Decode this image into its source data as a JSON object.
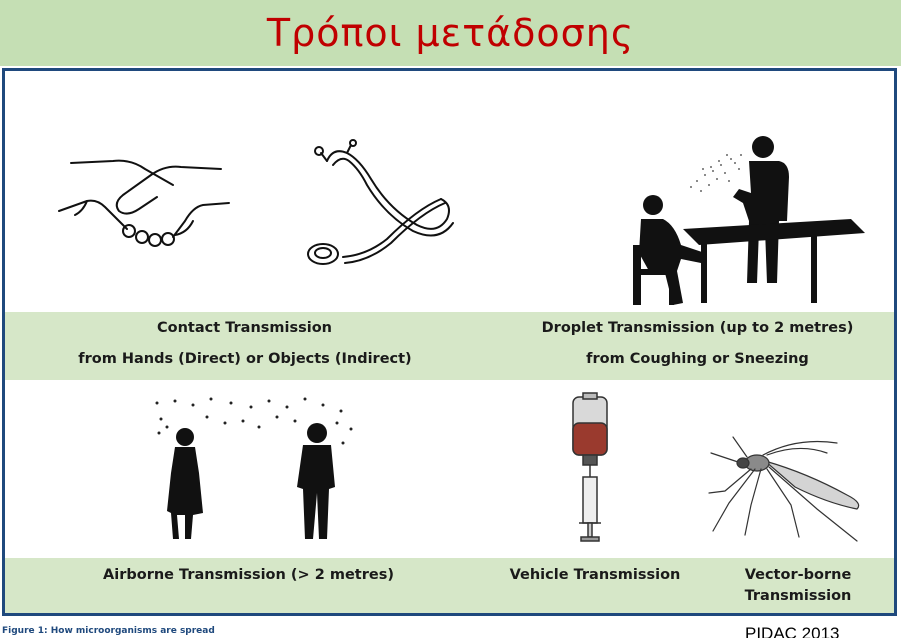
{
  "title": "Τρόποι μετάδοσης",
  "panels": {
    "contact": {
      "line1": "Contact Transmission",
      "line2": "from Hands (Direct) or Objects (Indirect)",
      "icons": [
        "handshake-icon",
        "stethoscope-icon"
      ]
    },
    "droplet": {
      "line1": "Droplet Transmission (up to 2 metres)",
      "line2": "from Coughing or Sneezing",
      "icons": [
        "sneezing-person-icon"
      ]
    },
    "airborne": {
      "line1": "Airborne Transmission (> 2 metres)",
      "icons": [
        "airborne-people-icon"
      ]
    },
    "vehicle": {
      "line1": "Vehicle Transmission",
      "icons": [
        "iv-bag-syringe-icon"
      ]
    },
    "vector": {
      "line1": "Vector-borne",
      "line2": "Transmission",
      "icons": [
        "mosquito-icon"
      ]
    }
  },
  "footer": {
    "caption": "Figure 1: How microorganisms are spread",
    "source": "PIDAC 2013"
  },
  "colors": {
    "title_band": "#c5dfb4",
    "title_text": "#c00000",
    "frame_border": "#1f497d",
    "label_band": "#d6e7c8"
  }
}
